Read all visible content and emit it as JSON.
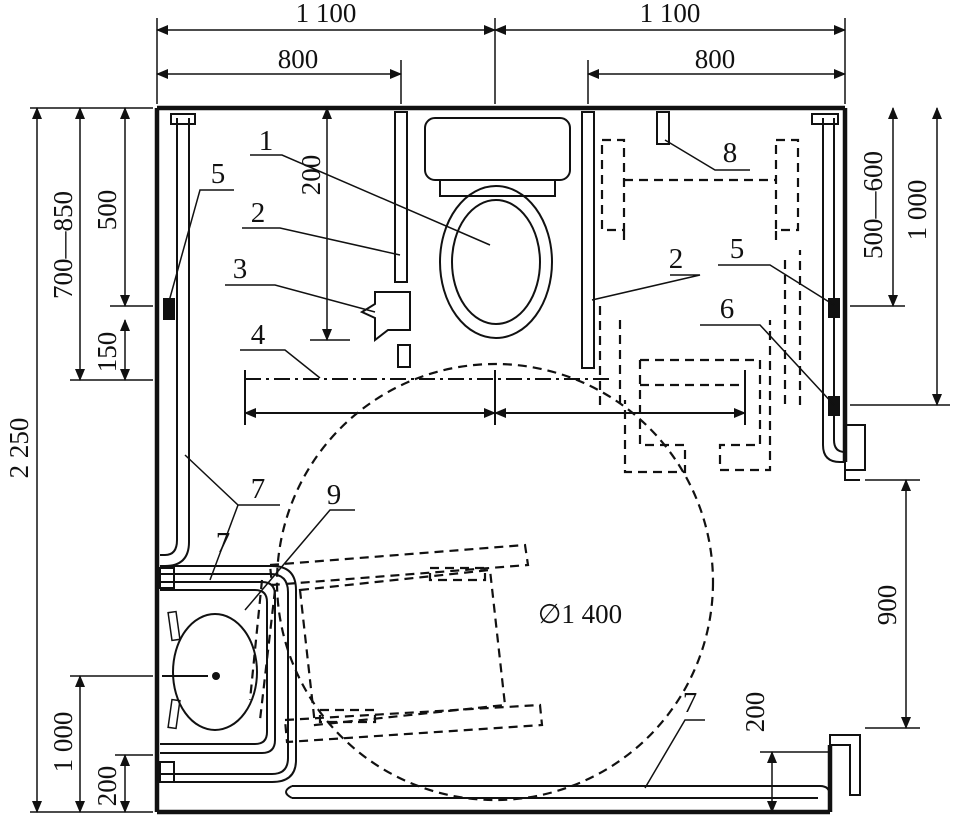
{
  "dimensions": {
    "top_left_outer": "1 100",
    "top_right_outer": "1 100",
    "top_left_inner": "800",
    "top_right_inner": "800",
    "left_total": "2 250",
    "left_a": "700—850",
    "left_b": "500",
    "left_c": "150",
    "left_d": "1 000",
    "left_e": "200",
    "mid_vertical": "200",
    "right_a": "500—600",
    "right_b": "1 000",
    "right_c": "900",
    "right_d": "200",
    "turning_circle": "∅1 400"
  },
  "callouts": {
    "c1": "1",
    "c2a": "2",
    "c2b": "2",
    "c3": "3",
    "c4": "4",
    "c5a": "5",
    "c5b": "5",
    "c6": "6",
    "c7a": "7",
    "c7b": "7",
    "c7c": "7",
    "c8": "8",
    "c9": "9"
  }
}
